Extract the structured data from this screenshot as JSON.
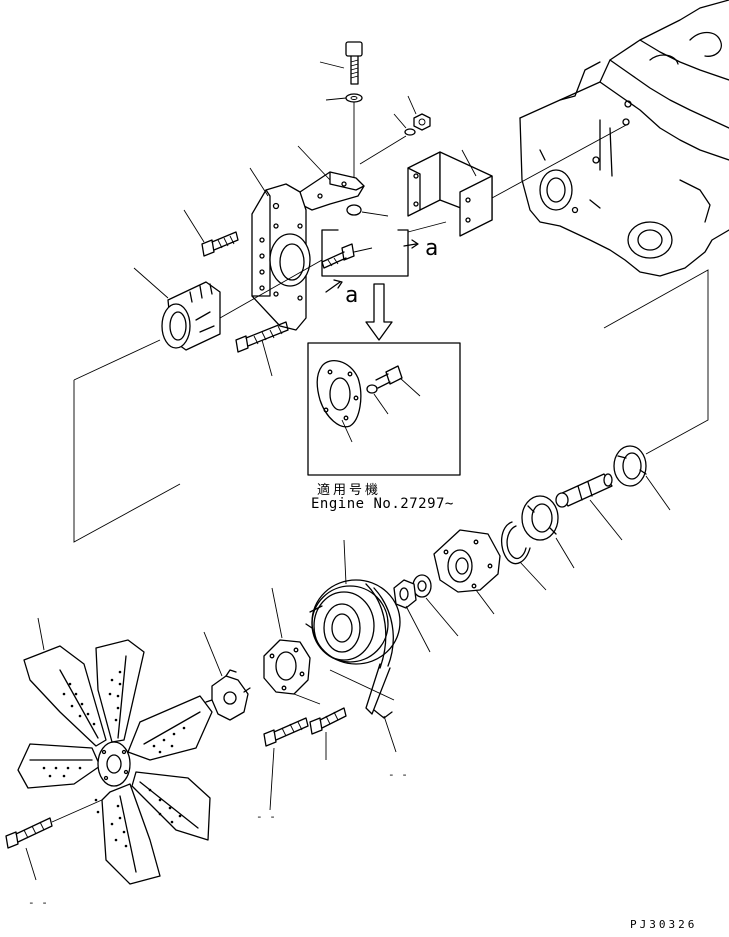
{
  "callouts": {
    "a_top": "a",
    "a_bottom": "a"
  },
  "detail_note": {
    "japanese": "適用号機",
    "english": "Engine No.27297~"
  },
  "drawing_id": "PJ30326",
  "marks": {
    "m1": "- -",
    "m2": "- -",
    "m3": "- -"
  }
}
